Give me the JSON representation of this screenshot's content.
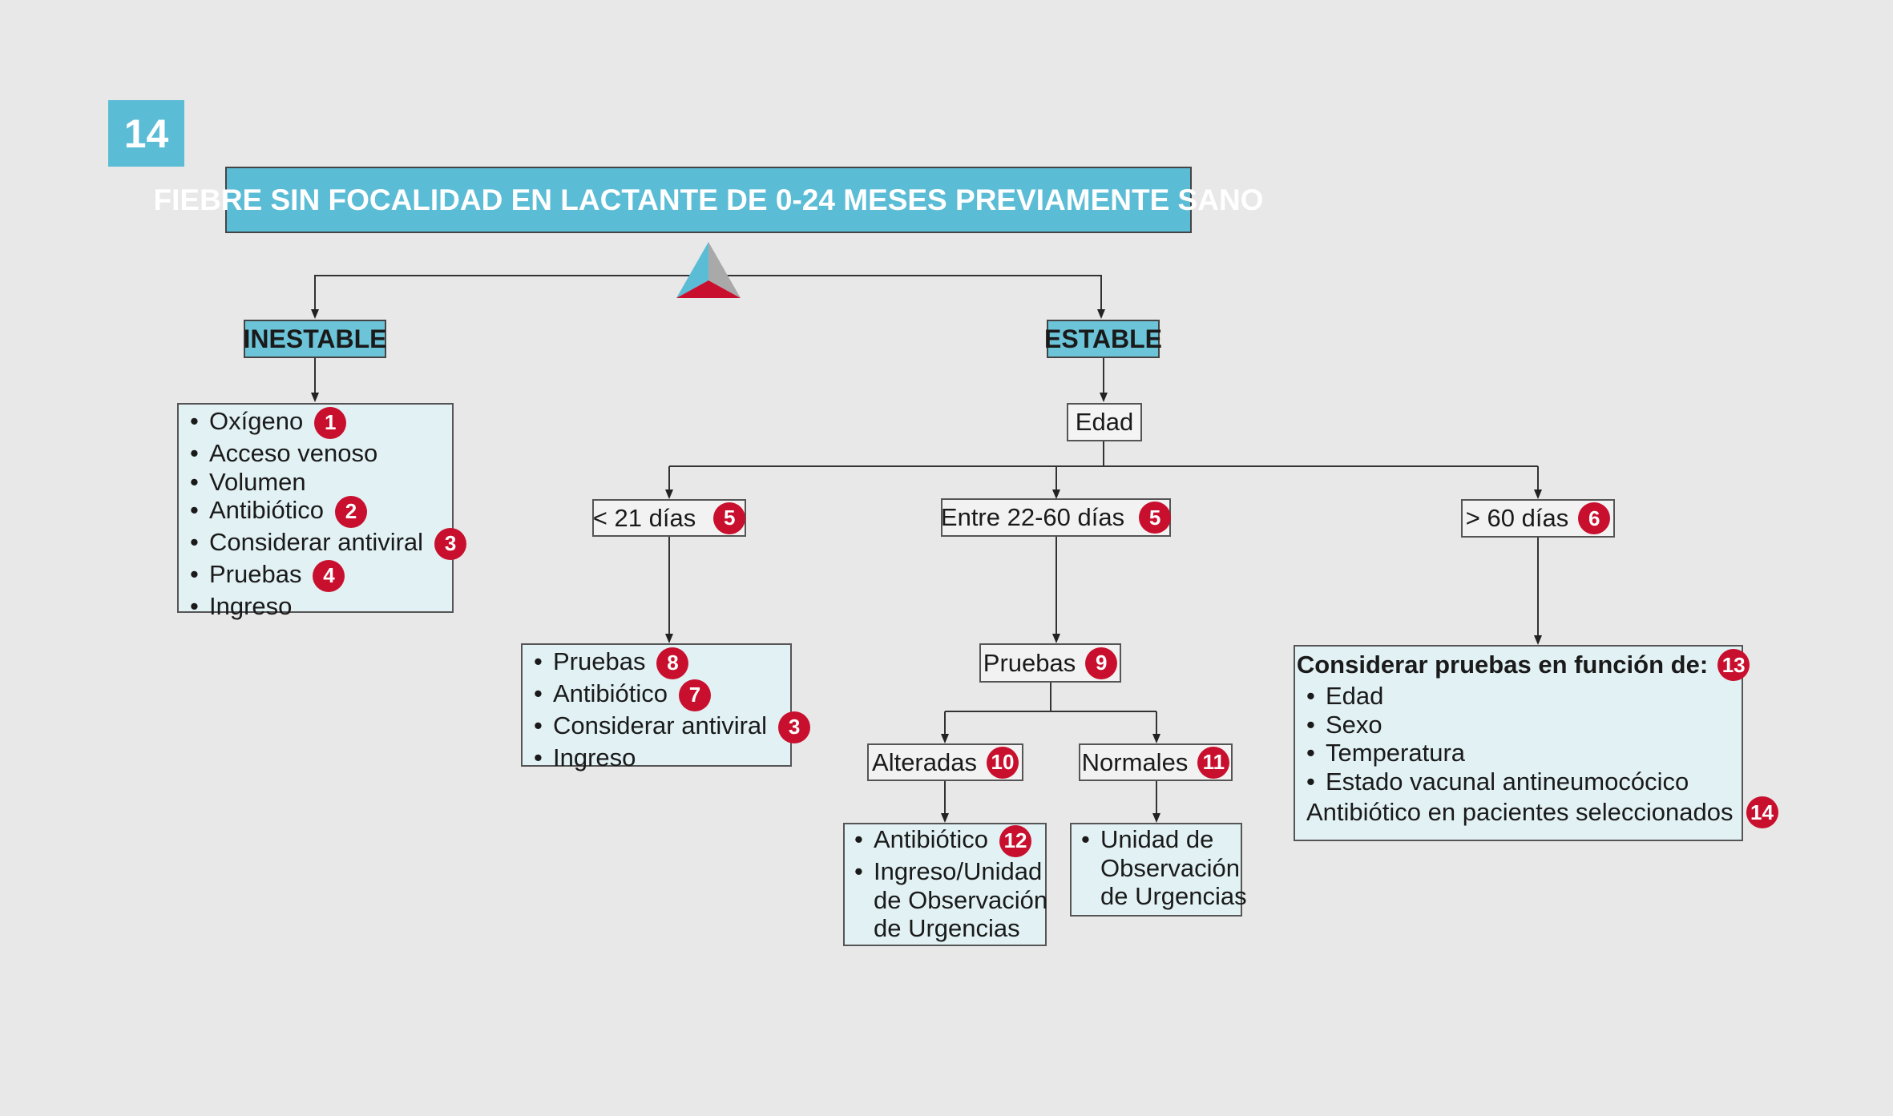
{
  "figure_number": "14",
  "title": "FIEBRE SIN FOCALIDAD EN LACTANTE DE 0-24 MESES PREVIAMENTE SANO",
  "colors": {
    "header": "#6cc4d9",
    "title": "#5bbcd6",
    "box": "#e2f1f4",
    "badge": "#c8102e"
  },
  "unstable": {
    "label": "INESTABLE",
    "items": [
      {
        "text": "Oxígeno",
        "badge": "1"
      },
      {
        "text": "Acceso venoso",
        "badge": ""
      },
      {
        "text": "Volumen",
        "badge": ""
      },
      {
        "text": "Antibiótico",
        "badge": "2"
      },
      {
        "text": "Considerar antiviral",
        "badge": "3"
      },
      {
        "text": "Pruebas",
        "badge": "4"
      },
      {
        "text": "Ingreso",
        "badge": ""
      }
    ]
  },
  "stable": {
    "label": "ESTABLE",
    "age_label": "Edad",
    "age_lt21": {
      "label": "< 21 días",
      "badge": "5"
    },
    "age_22_60": {
      "label": "Entre 22-60 días",
      "badge": "5"
    },
    "age_gt60": {
      "label": "> 60 días",
      "badge": "6"
    }
  },
  "lt21_items": [
    {
      "text": "Pruebas",
      "badge": "8"
    },
    {
      "text": "Antibiótico",
      "badge": "7"
    },
    {
      "text": "Considerar antiviral",
      "badge": "3"
    },
    {
      "text": "Ingreso",
      "badge": ""
    }
  ],
  "mid": {
    "tests": {
      "label": "Pruebas",
      "badge": "9"
    },
    "altered": {
      "label": "Alteradas",
      "badge": "10"
    },
    "normal": {
      "label": "Normales",
      "badge": "11"
    },
    "altered_items": [
      {
        "text": "Antibiótico",
        "badge": "12"
      },
      {
        "text": "Ingreso/Unidad",
        "badge": ""
      },
      {
        "text": "de Observación",
        "badge": "",
        "cont": true
      },
      {
        "text": "de Urgencias",
        "badge": "",
        "cont": true
      }
    ],
    "normal_items": [
      {
        "text": "Unidad de",
        "badge": ""
      },
      {
        "text": "Observación",
        "badge": "",
        "cont": true
      },
      {
        "text": "de Urgencias",
        "badge": "",
        "cont": true
      }
    ]
  },
  "gt60": {
    "heading": "Considerar pruebas en función de:",
    "heading_badge": "13",
    "items": [
      {
        "text": "Edad",
        "badge": ""
      },
      {
        "text": "Sexo",
        "badge": ""
      },
      {
        "text": "Temperatura",
        "badge": ""
      },
      {
        "text": "Estado vacunal antineumocócico",
        "badge": ""
      }
    ],
    "footer": "Antibiótico en pacientes seleccionados",
    "footer_badge": "14"
  }
}
